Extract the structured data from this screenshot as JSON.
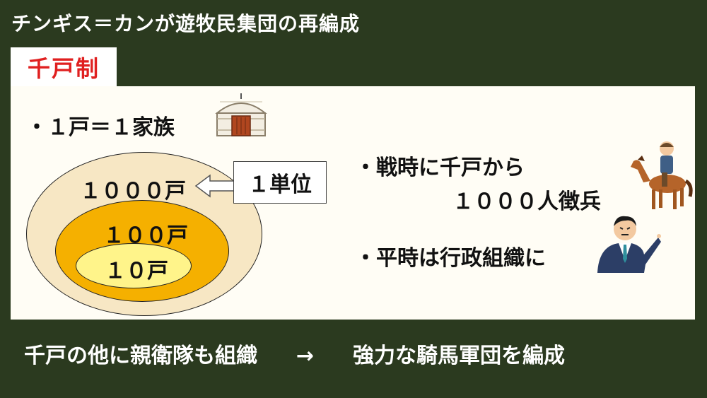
{
  "title": "チンギス＝カンが遊牧民集団の再編成",
  "tag": "千戸制",
  "bullets": {
    "household": "・１戸＝１家族",
    "war_line1": "・戦時に千戸から",
    "war_line2": "１０００人徴兵",
    "peace": "・平時は行政組織に"
  },
  "diagram": {
    "outer": "１０００戸",
    "middle": "１００戸",
    "inner": "１０戸",
    "unit_label": "１単位"
  },
  "footer": {
    "left": "千戸の他に親衛隊も組織",
    "arrow": "→",
    "right": "強力な騎馬軍団を編成"
  },
  "colors": {
    "background": "#2b3a1f",
    "panel": "#fffdf5",
    "tag_text": "#e02020",
    "outer_ellipse": "#f7e7c4",
    "middle_ellipse": "#f5b000",
    "inner_ellipse": "#fff48a"
  },
  "icons": [
    "yurt-icon",
    "horse-rider-icon",
    "pointing-official-icon",
    "left-arrow-icon"
  ]
}
